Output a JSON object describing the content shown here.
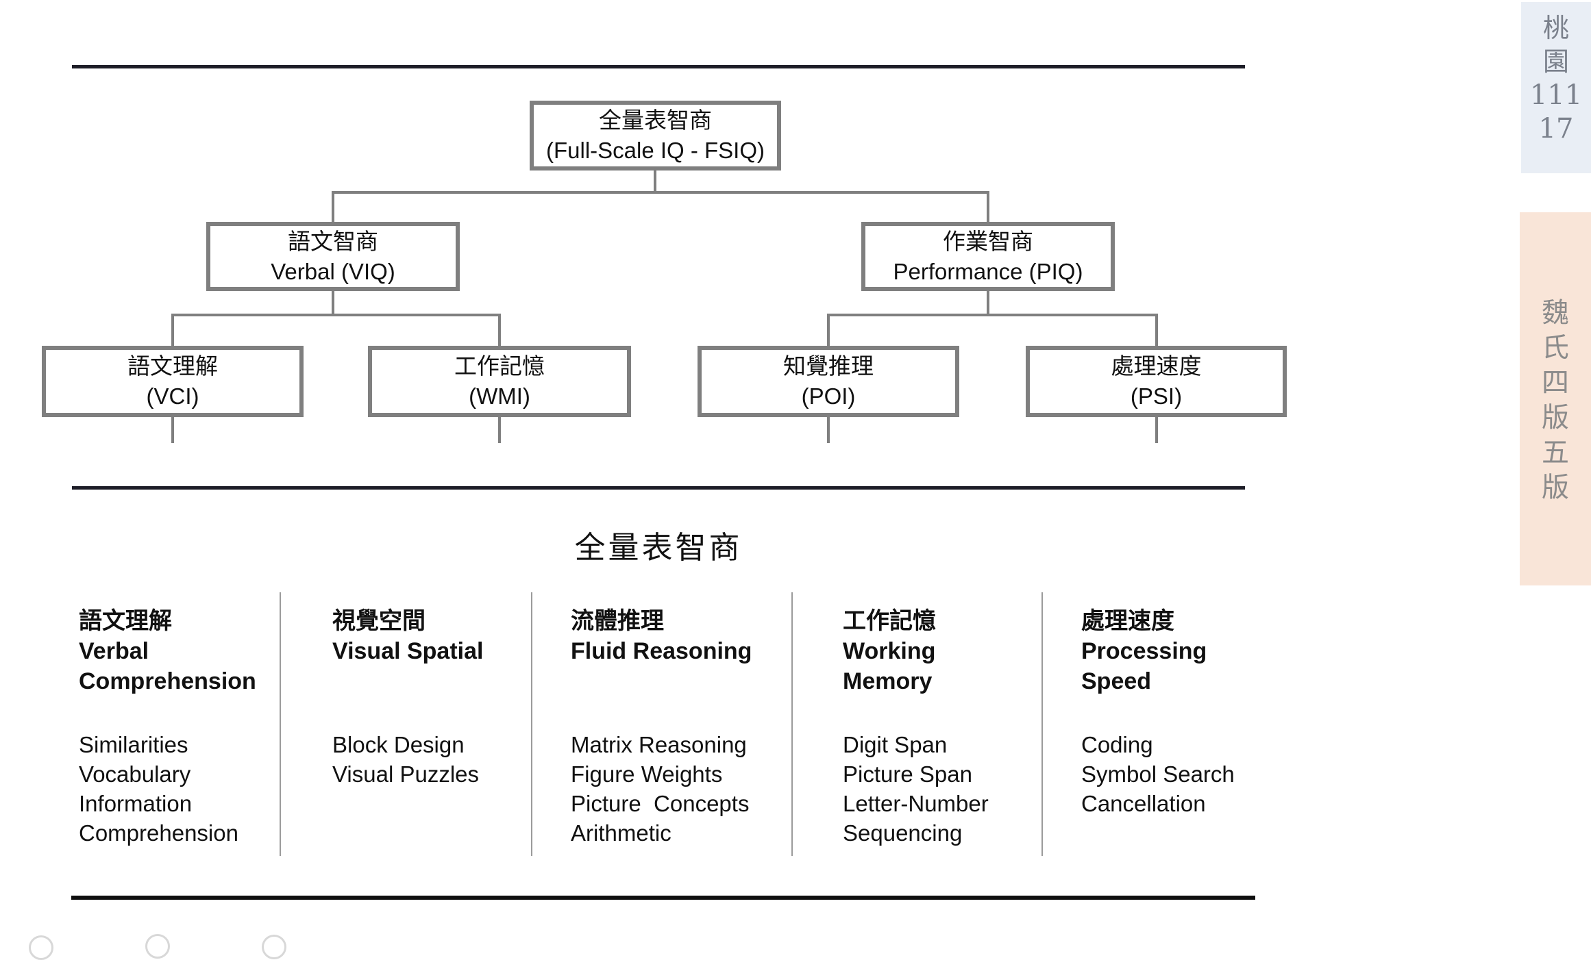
{
  "tree": {
    "root": {
      "zh": "全量表智商",
      "en": "(Full-Scale IQ - FSIQ)"
    },
    "level2": [
      {
        "zh": "語文智商",
        "en": "Verbal (VIQ)"
      },
      {
        "zh": "作業智商",
        "en": "Performance (PIQ)"
      }
    ],
    "level3": [
      {
        "zh": "語文理解",
        "en": "(VCI)"
      },
      {
        "zh": "工作記憶",
        "en": "(WMI)"
      },
      {
        "zh": "知覺推理",
        "en": "(POI)"
      },
      {
        "zh": "處理速度",
        "en": "(PSI)"
      }
    ]
  },
  "index_table": {
    "title": "全量表智商",
    "columns": [
      {
        "zh": "語文理解",
        "en_lines": [
          "Verbal",
          "Comprehension"
        ],
        "subtests": [
          "Similarities",
          "Vocabulary",
          "Information",
          "Comprehension"
        ]
      },
      {
        "zh": "視覺空間",
        "en_lines": [
          "Visual Spatial"
        ],
        "subtests": [
          "Block Design",
          "Visual Puzzles"
        ]
      },
      {
        "zh": "流體推理",
        "en_lines": [
          "Fluid Reasoning"
        ],
        "subtests": [
          "Matrix Reasoning",
          "Figure Weights",
          "Picture  Concepts",
          "Arithmetic"
        ]
      },
      {
        "zh": "工作記憶",
        "en_lines": [
          "Working",
          "Memory"
        ],
        "subtests": [
          "Digit Span",
          "Picture Span",
          "Letter-Number",
          "Sequencing"
        ]
      },
      {
        "zh": "處理速度",
        "en_lines": [
          "Processing",
          "Speed"
        ],
        "subtests": [
          "Coding",
          "Symbol Search",
          "Cancellation"
        ]
      }
    ]
  },
  "sidebar": {
    "top_tab": {
      "lines": [
        "桃",
        "園",
        "111",
        "17"
      ],
      "bg": "#e9eef5",
      "text_color": "#7b818c"
    },
    "bottom_tab": {
      "lines": [
        "魏",
        "氏",
        "四",
        "版",
        "五",
        "版"
      ],
      "bg": "#f9e5d8",
      "text_color": "#8b8b8b"
    }
  },
  "colors": {
    "box_border": "#7f7f7f",
    "connector": "#7f7f7f",
    "rule_dark": "#1d1d27",
    "rule_black": "#0f0f0f",
    "column_divider": "#9b9b9b"
  }
}
